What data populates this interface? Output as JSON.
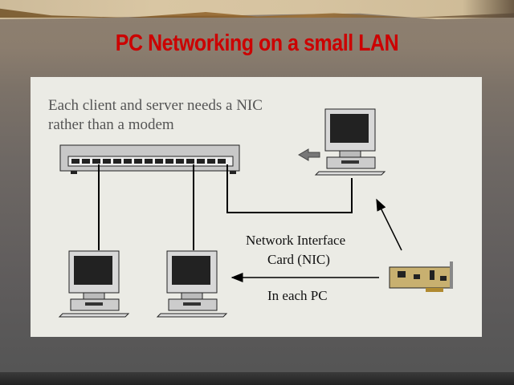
{
  "slide": {
    "title": "PC Networking on a small LAN",
    "body_line1": "Each client and server needs a NIC",
    "body_line2": "rather than a modem",
    "nic_label_line1": "Network Interface",
    "nic_label_line2": "Card (NIC)",
    "nic_location": "In each PC"
  },
  "colors": {
    "title": "#cc0000",
    "panel": "#ebebe5"
  }
}
